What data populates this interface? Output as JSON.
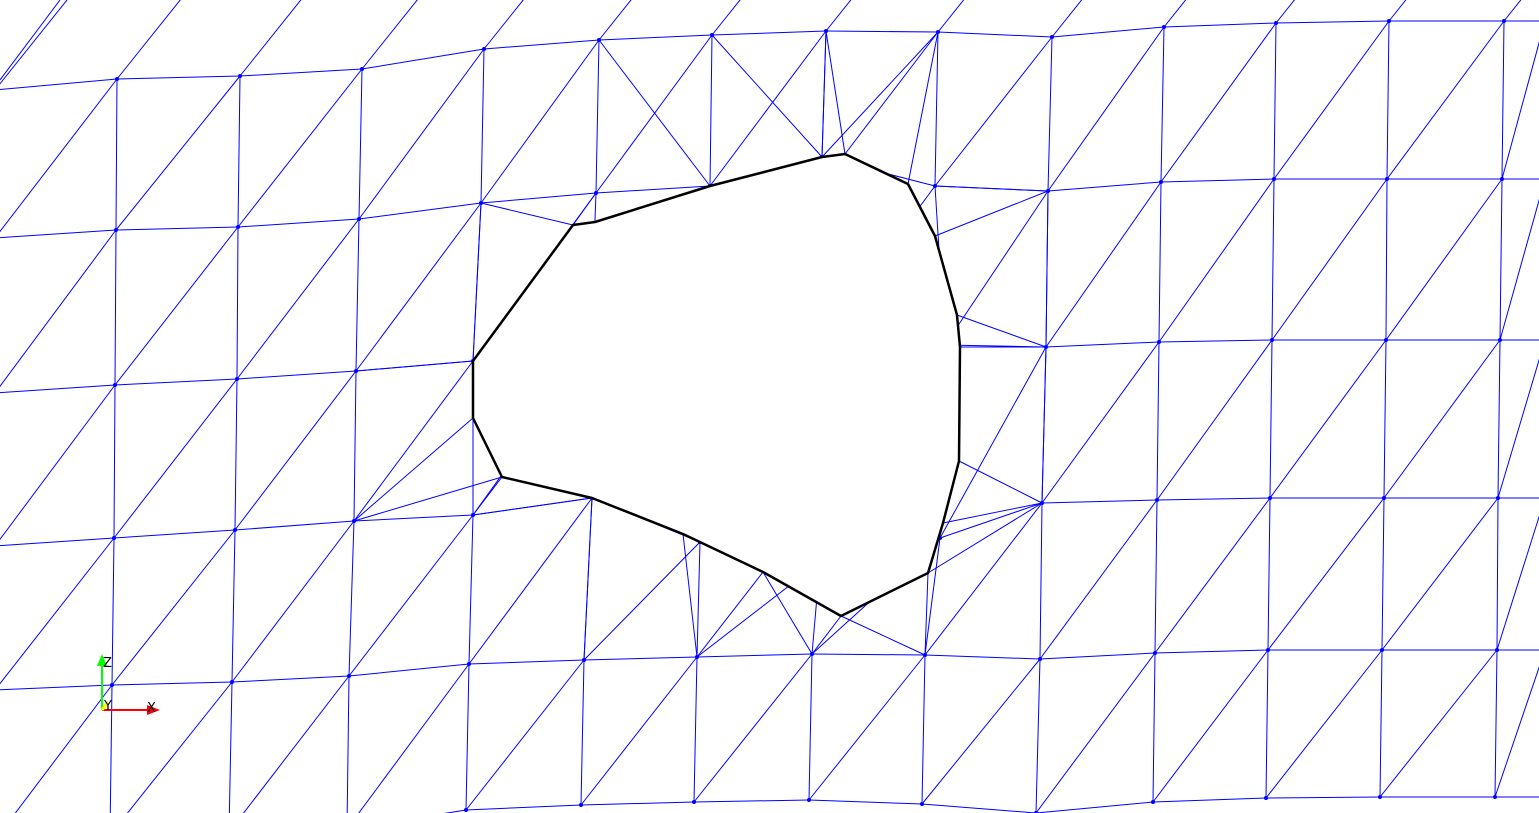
{
  "viewport": {
    "background": "#ffffff",
    "mesh_color": "#0000ff",
    "boundary_color": "#000000"
  },
  "orientation_axes": {
    "z": {
      "label": "Z",
      "color": "#00ff00"
    },
    "y": {
      "label": "Y",
      "color": "#ffff00"
    },
    "x": {
      "label": "X",
      "color": "#ff0000"
    }
  }
}
